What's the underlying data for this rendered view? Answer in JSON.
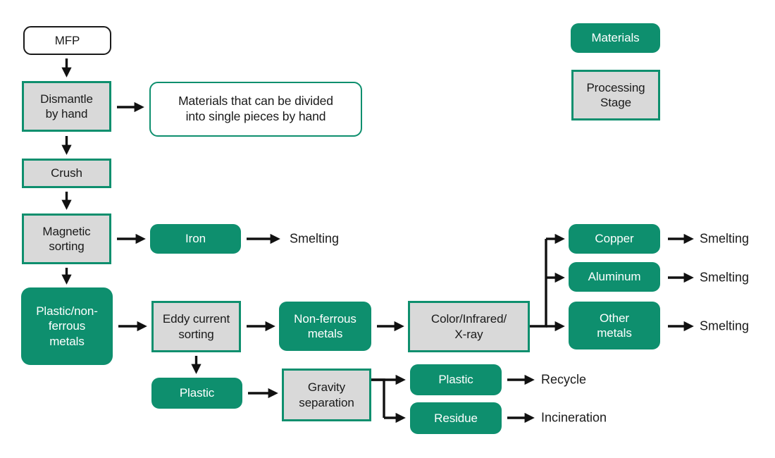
{
  "palette": {
    "green": "#0E8F6E",
    "gray_fill": "#D9D9D9",
    "border_green": "#0E8F6E",
    "ink": "#1A1A1A",
    "background": "#FFFFFF"
  },
  "legend": {
    "materials": "Materials",
    "processing_stage": "Processing\nStage"
  },
  "nodes": {
    "mfp": "MFP",
    "dismantle": "Dismantle\nby hand",
    "note": "Materials that can be divided\ninto single pieces by hand",
    "crush": "Crush",
    "magnetic_sorting": "Magnetic\nsorting",
    "iron": "Iron",
    "plastic_nonferrous": "Plastic/non-\nferrous\nmetals",
    "eddy_current_sorting": "Eddy current\nsorting",
    "nonferrous_metals": "Non-ferrous\nmetals",
    "color_infrared_xray": "Color/Infrared/\nX-ray",
    "copper": "Copper",
    "aluminum": "Aluminum",
    "other_metals": "Other\nmetals",
    "plastic_sorted": "Plastic",
    "gravity_separation": "Gravity\nseparation",
    "plastic_output": "Plastic",
    "residue": "Residue"
  },
  "outcomes": {
    "smelting_iron": "Smelting",
    "smelting_copper": "Smelting",
    "smelting_aluminum": "Smelting",
    "smelting_other": "Smelting",
    "recycle": "Recycle",
    "incineration": "Incineration"
  }
}
